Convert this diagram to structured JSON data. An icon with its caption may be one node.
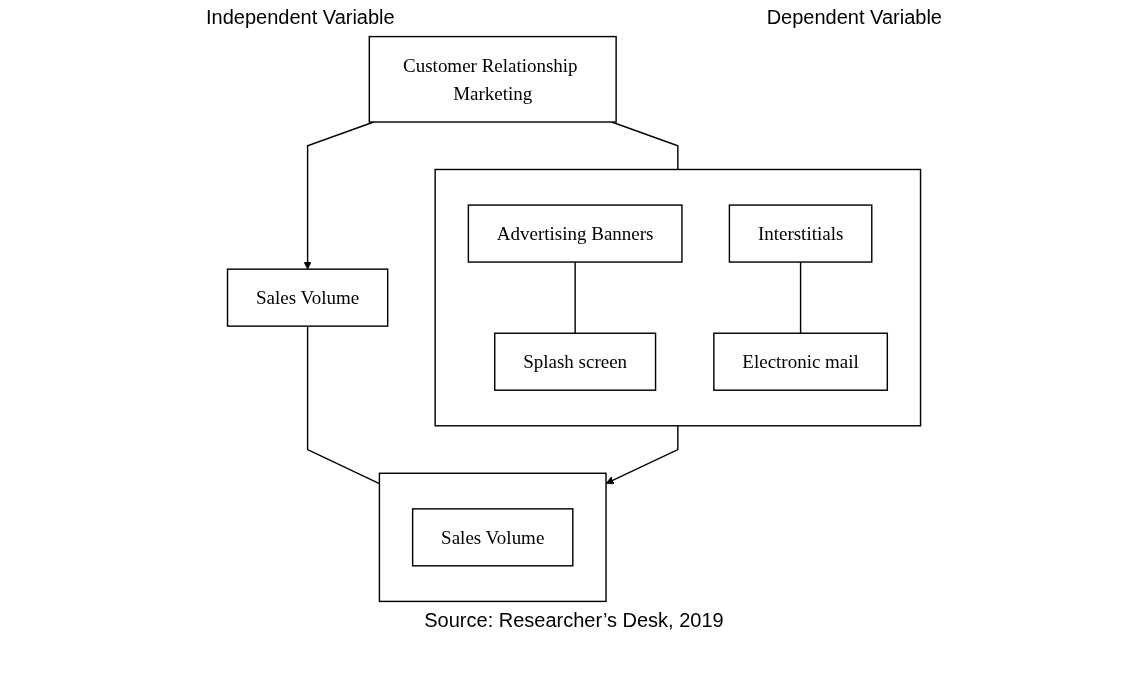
{
  "diagram": {
    "nodes": [
      {
        "text": [
          "Customer Relationship Marketing"
        ]
      },
      {
        "text": [],
        "shape": "box"
      },
      {
        "text": [
          "Advertising Banners"
        ],
        "in": 1
      },
      {
        "text": [
          "Splash screen"
        ],
        "in": 1
      },
      {
        "text": [
          "Interstitials"
        ],
        "in": 1
      },
      {
        "text": [
          "Electronic mail"
        ],
        "in": 1
      },
      {
        "text": [
          "Sales Volume"
        ]
      },
      {
        "text": [],
        "shape": "box"
      },
      {
        "text": [
          "Sales Volume"
        ],
        "in": 7
      }
    ],
    "edges": [
      {
        "from": 0,
        "to": 6,
        "arrow": "to"
      },
      {
        "from": 0,
        "to": 1,
        "arrow": "none"
      },
      {
        "from": 2,
        "to": 3,
        "arrow": "none"
      },
      {
        "from": 4,
        "to": 5,
        "arrow": "none"
      },
      {
        "from": 6,
        "to": 7,
        "arrow": "none"
      },
      {
        "from": 1,
        "to": 7,
        "arrow": "to"
      }
    ],
    "labels": [
      "Independent Variable",
      "Dependent Variable"
    ],
    "caption": "Source: Researcher’s Desk, 2019"
  }
}
